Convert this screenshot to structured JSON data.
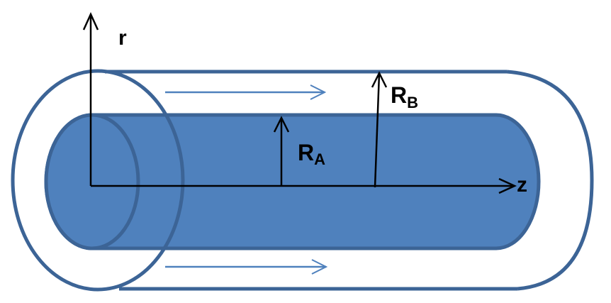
{
  "labels": {
    "r_axis": "r",
    "z_axis": "z",
    "radius_a": "R",
    "radius_a_sub": "A",
    "radius_b": "R",
    "radius_b_sub": "B"
  },
  "colors": {
    "inner_fill": "#4f81bd",
    "outline": "#3c6496",
    "flow_arrow": "#4f81bd",
    "axis": "#000000",
    "background": "#ffffff"
  }
}
